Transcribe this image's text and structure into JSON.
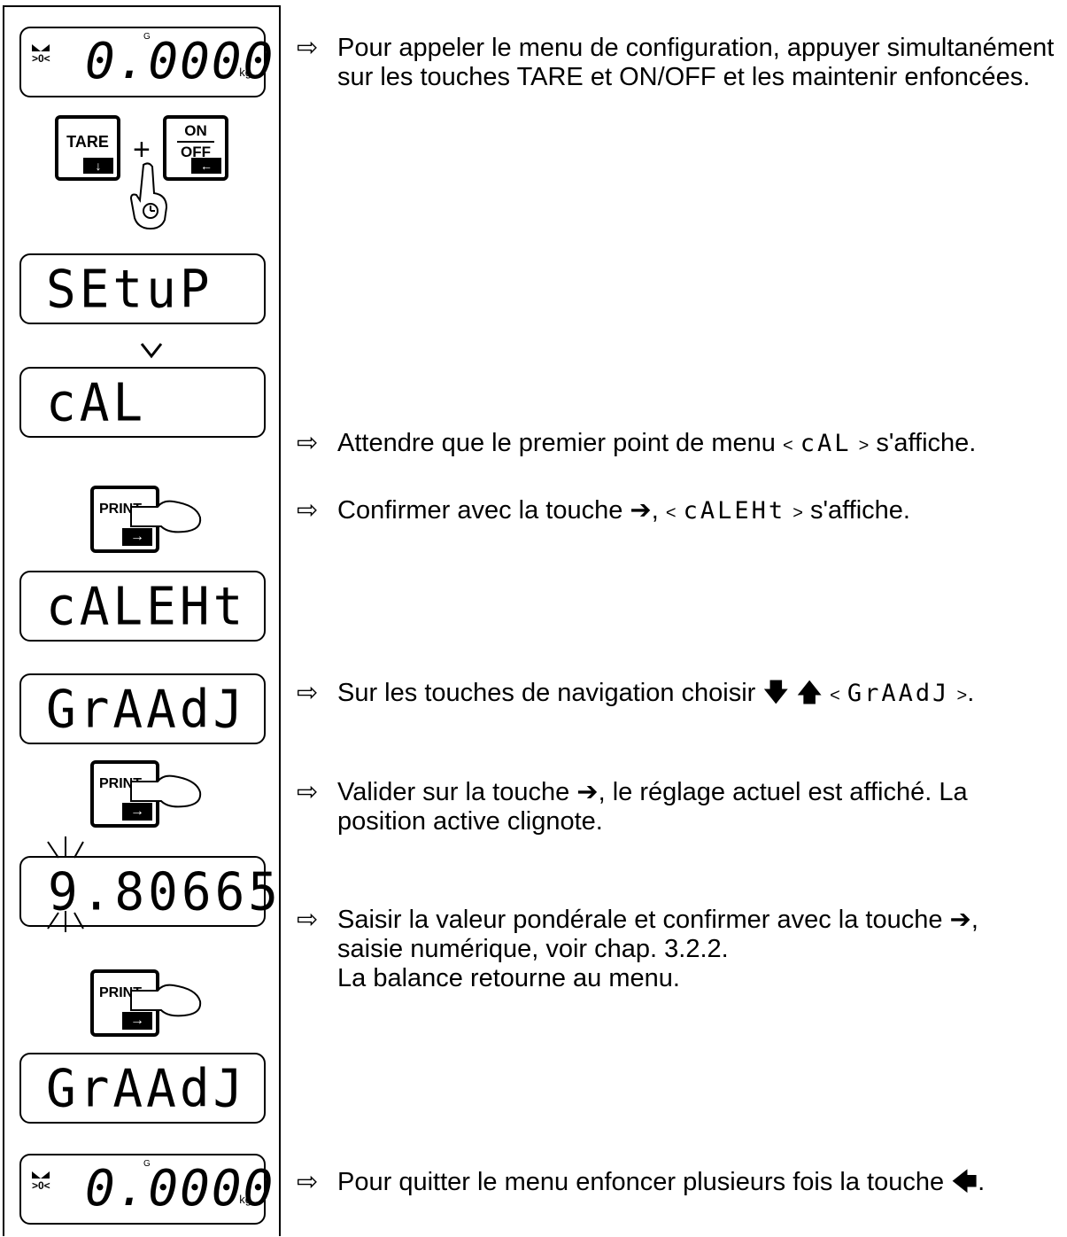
{
  "displays": {
    "weight1": {
      "zero": ">0<",
      "g": "G",
      "value": "0.0000",
      "unit": "kg"
    },
    "setup": "SEtuP",
    "cal": "cAL",
    "calext": "cALEHt",
    "gradj1": "GrAAdJ",
    "gravity": "9.80665",
    "gradj2": "GrAAdJ",
    "weight2": {
      "zero": ">0<",
      "g": "G",
      "value": "0.0000",
      "unit": "kg"
    }
  },
  "keys": {
    "tare_label": "TARE",
    "tare_sub": "↓",
    "plus": "+",
    "on_label": "ON",
    "off_label": "OFF",
    "onoff_sub": "←",
    "print_label": "PRINT",
    "print_sub": "→"
  },
  "steps": {
    "bullet": "⇨",
    "s1": "Pour appeler le menu de configuration, appuyer simultanément sur les touches TARE et ON/OFF et les maintenir enfoncées.",
    "s2_pre": "Attendre que le premier point de menu",
    "s2_code": "cAL",
    "s2_post": "s'affiche.",
    "s3_pre": "Confirmer avec la touche ➔,",
    "s3_code": "cALEHt",
    "s3_post": "s'affiche.",
    "s4_pre": "Sur les touches de navigation choisir 🡇 🡅",
    "s4_code": "GrAAdJ",
    "s4_post": ".",
    "s5": "Valider sur la touche ➔, le réglage actuel est affiché. La position active clignote.",
    "s6_l1": "Saisir la valeur pondérale et confirmer avec la touche ➔,",
    "s6_l2": "saisie numérique, voir chap. 3.2.2.",
    "s6_l3": "La balance retourne au menu.",
    "s7": "Pour quitter le menu enfoncer plusieurs fois la touche 🡄."
  },
  "symbols": {
    "lt": "<",
    "gt": ">"
  }
}
